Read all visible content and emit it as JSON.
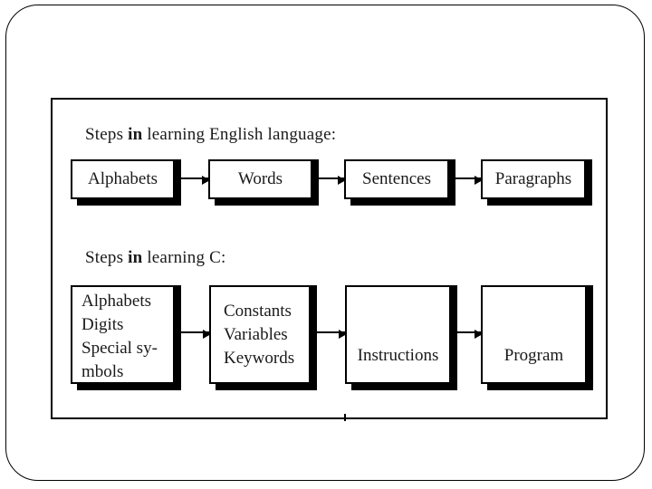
{
  "colors": {
    "background": "#ffffff",
    "ink": "#000000"
  },
  "diagram": {
    "sections": [
      {
        "title": {
          "pre": "Steps ",
          "bold": "in",
          "post": " learning English language:"
        },
        "boxes": [
          {
            "lines": [
              "Alphabets"
            ]
          },
          {
            "lines": [
              "Words"
            ]
          },
          {
            "lines": [
              "Sentences"
            ]
          },
          {
            "lines": [
              "Paragraphs"
            ]
          }
        ]
      },
      {
        "title": {
          "pre": "Steps ",
          "bold": "in",
          "post": " learning C:"
        },
        "boxes": [
          {
            "lines": [
              "Alphabets",
              "Digits",
              "Special sy-",
              "mbols"
            ]
          },
          {
            "lines": [
              "Constants",
              "Variables",
              "Keywords"
            ]
          },
          {
            "lines": [
              "Instructions"
            ]
          },
          {
            "lines": [
              "Program"
            ]
          }
        ]
      }
    ]
  }
}
